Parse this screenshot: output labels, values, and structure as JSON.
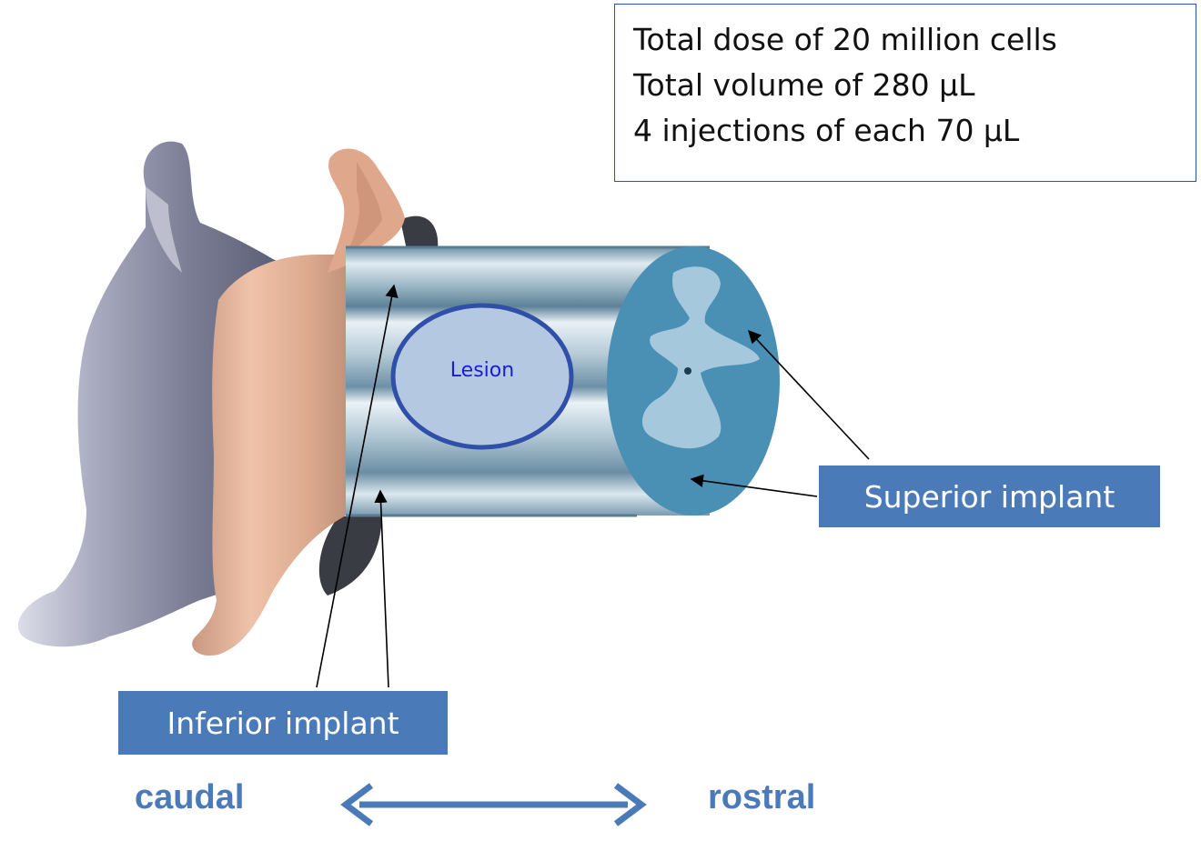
{
  "info_box": {
    "lines": [
      "Total dose of 20 million cells",
      "Total volume of 280 μL",
      "4 injections of each 70 μL"
    ]
  },
  "labels": {
    "lesion": "Lesion",
    "superior_implant": "Superior implant",
    "inferior_implant": "Inferior implant",
    "caudal": "caudal",
    "rostral": "rostral"
  },
  "colors": {
    "label_fill": "#4a7ab8",
    "direction_text": "#4a7ab8",
    "lesion_fill": "#b4c8e2",
    "lesion_border": "#2f4fa8",
    "lesion_text": "#1c1cd8",
    "cord_cross_section": "#4a90b4",
    "grey_matter": "#a6c8dc",
    "dura_tan": "#dfa88c",
    "vertebra_gray": "#8a8ca4",
    "info_border": "#2f4fb0"
  },
  "icons": {
    "direction_arrow": "double-headed-arrow"
  }
}
